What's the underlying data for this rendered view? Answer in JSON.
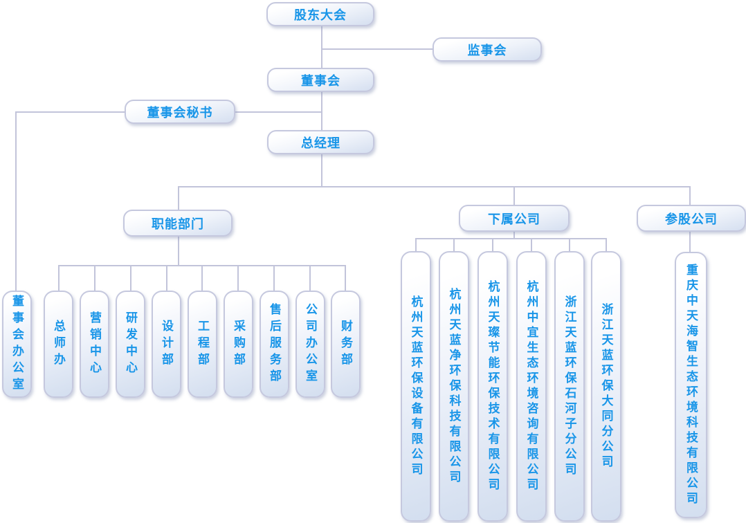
{
  "colors": {
    "node_text": "#1895e8",
    "node_border": "#c5c8de",
    "node_gradient_top": "#ffffff",
    "node_gradient_bottom": "#d5dff0",
    "connector": "#c2c4da",
    "background": "#ffffff"
  },
  "nodes": {
    "shareholders_meeting": "股东大会",
    "supervisory_board": "监事会",
    "board_of_directors": "董事会",
    "board_secretary": "董事会秘书",
    "general_manager": "总经理",
    "functional_departments": "职能部门",
    "subsidiary_companies": "下属公司",
    "invested_companies": "参股公司"
  },
  "departments": [
    "董事会办公室",
    "总师办",
    "营销中心",
    "研发中心",
    "设计部",
    "工程部",
    "采购部",
    "售后服务部",
    "公司办公室",
    "财务部"
  ],
  "subsidiaries": [
    "杭州天蓝环保设备有限公司",
    "杭州天蓝净环保科技有限公司",
    "杭州天璨节能环保技术有限公司",
    "杭州中宜生态环境咨询有限公司",
    "浙江天蓝环保石河子分公司",
    "浙江天蓝环保大同分公司"
  ],
  "invested": [
    "重庆中天海智生态环境科技有限公司"
  ]
}
